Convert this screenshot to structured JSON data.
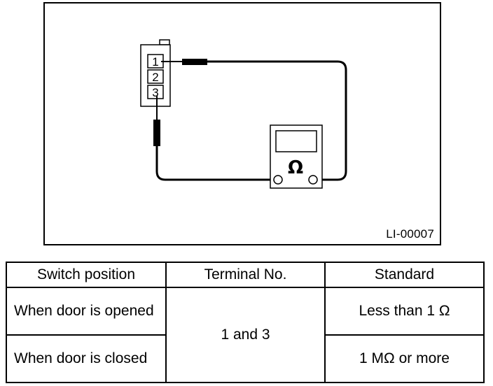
{
  "figure": {
    "id_label": "LI-00007",
    "connector_terminals": [
      "1",
      "2",
      "3"
    ],
    "meter_symbol": "Ω"
  },
  "table": {
    "headers": [
      "Switch position",
      "Terminal No.",
      "Standard"
    ],
    "rows": [
      {
        "switch_position": "When door is opened",
        "terminal": "1 and 3",
        "standard": "Less than 1 Ω"
      },
      {
        "switch_position": "When door is closed",
        "terminal": "1 and 3",
        "standard": "1 MΩ or more"
      }
    ]
  }
}
